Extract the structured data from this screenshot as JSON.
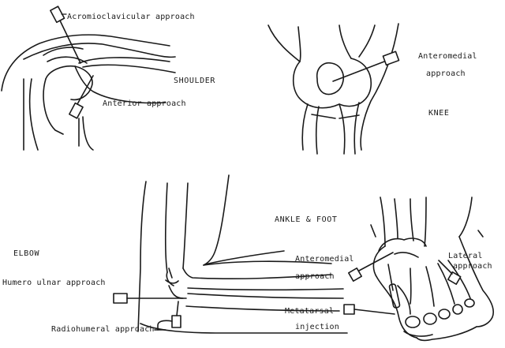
{
  "regions": {
    "shoulder": "SHOULDER",
    "knee": "KNEE",
    "ankle_foot": "ANKLE & FOOT",
    "elbow": "ELBOW"
  },
  "labels": {
    "acromioclavicular": "Acromioclavicular approach",
    "anterior": "Anterior approach",
    "knee_anteromedial_line1": "Anteromedial",
    "knee_anteromedial_line2": "approach",
    "ankle_anteromedial_line1": "Anteromedial",
    "ankle_anteromedial_line2": "approach",
    "lateral_line1": "Lateral",
    "lateral_line2": "approach",
    "metatarsal_line1": "Metatarsal",
    "metatarsal_line2": "injection",
    "humero_ulnar": "Humero ulnar approach",
    "radiohumeral": "Radiohumeral approach"
  },
  "colors": {
    "ink": "#1a1a1a",
    "background": "#ffffff"
  }
}
